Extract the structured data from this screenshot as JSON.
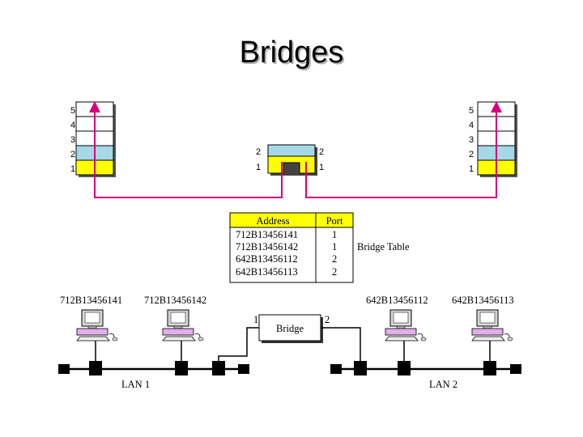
{
  "title": "Bridges",
  "layers": [
    "5",
    "4",
    "3",
    "2",
    "1"
  ],
  "bridge_ports": {
    "left_upper": "2",
    "left_lower": "1",
    "right_upper": "2",
    "right_lower": "1"
  },
  "table": {
    "headers": [
      "Address",
      "Port"
    ],
    "rows": [
      [
        "712B13456141",
        "1"
      ],
      [
        "712B13456142",
        "1"
      ],
      [
        "642B13456112",
        "2"
      ],
      [
        "642B13456113",
        "2"
      ]
    ],
    "caption": "Bridge Table"
  },
  "bridge": {
    "label": "Bridge",
    "port1": "1",
    "port2": "2"
  },
  "stations": [
    "712B13456141",
    "712B13456142",
    "642B13456112",
    "642B13456113"
  ],
  "lans": [
    "LAN 1",
    "LAN 2"
  ],
  "colors": {
    "layer2": "#a6d8e6",
    "layer1": "#ffff00",
    "path": "#d6007a",
    "table_header": "#ffff00"
  }
}
